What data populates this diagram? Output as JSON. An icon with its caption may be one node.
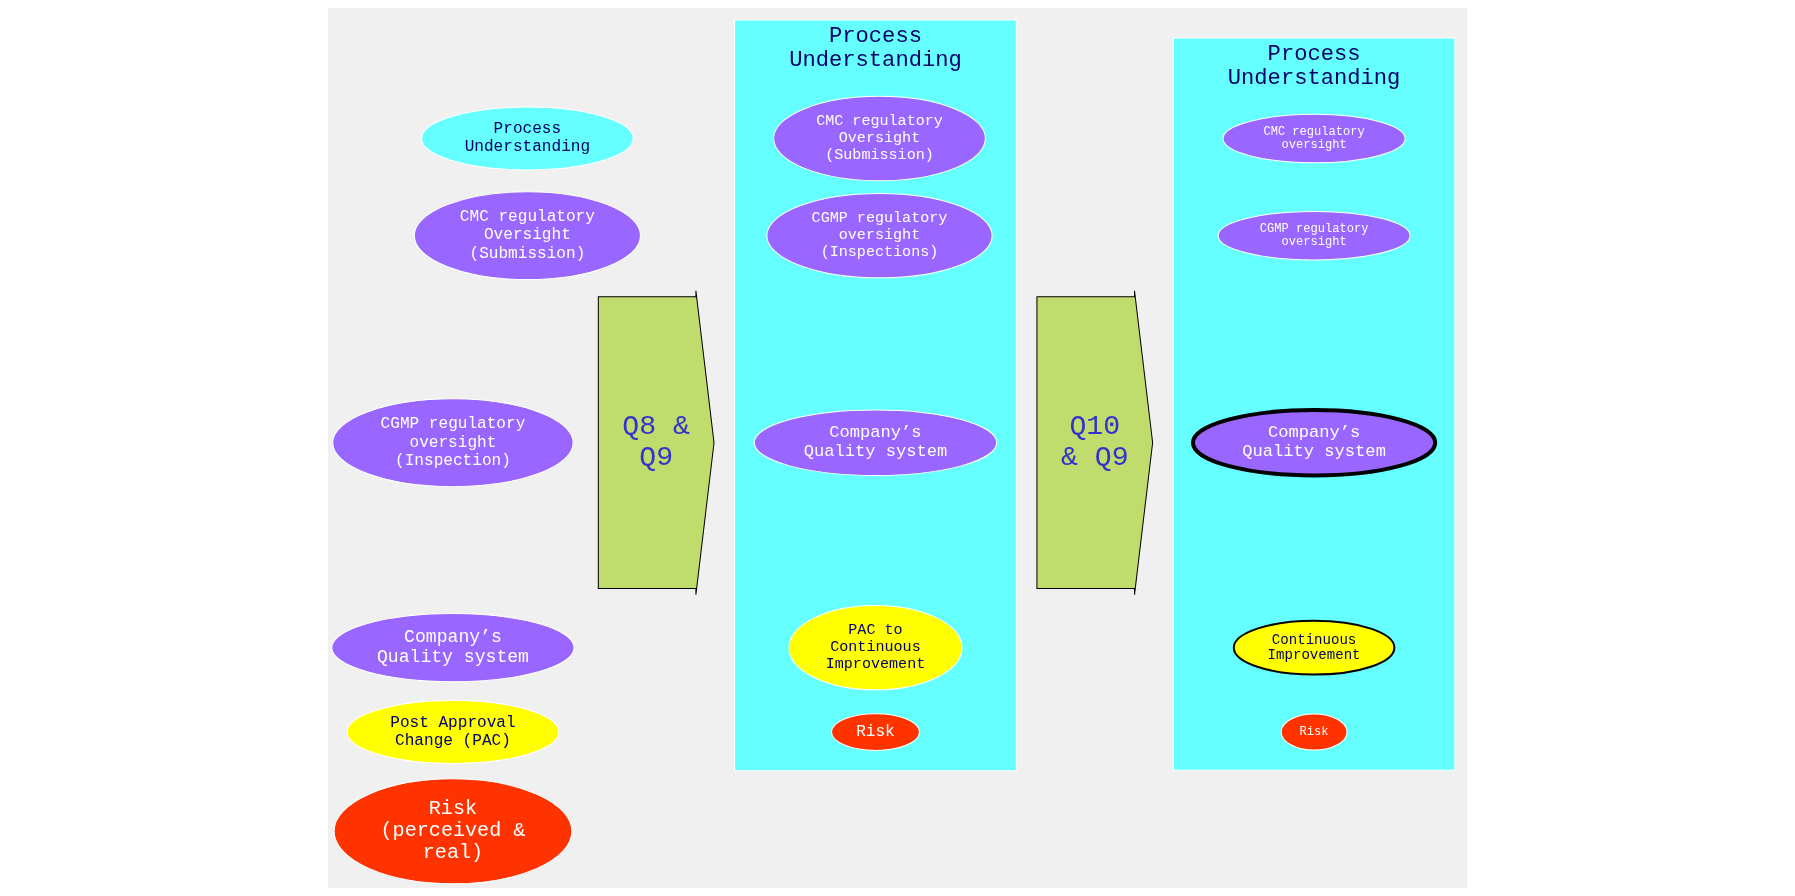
{
  "diagram": {
    "nodes": [
      {
        "text": [
          "Process Understanding"
        ]
      },
      {
        "text": [
          "CMC regulatory Oversight (Submission)"
        ]
      },
      {
        "text": [
          "CGMP regulatory oversight (Inspection)"
        ]
      },
      {
        "text": [
          "Company’s Quality system"
        ]
      },
      {
        "text": [
          "Post Approval Change (PAC)"
        ]
      },
      {
        "text": [
          "Risk",
          "(perceived & real)"
        ]
      },
      {
        "text": [
          "Q8 & Q9"
        ]
      },
      {
        "text": [
          "Process Understanding"
        ]
      },
      {
        "text": [
          "CMC regulatory Oversight (Submission)"
        ],
        "in": 7
      },
      {
        "text": [
          "CGMP regulatory oversight (Inspections)"
        ],
        "in": 7
      },
      {
        "text": [
          "Company’s Quality system"
        ],
        "in": 7
      },
      {
        "text": [
          "PAC to Continuous Improvement"
        ],
        "in": 7
      },
      {
        "text": [
          "Risk"
        ],
        "in": 7
      },
      {
        "text": [
          "Q10 & Q9"
        ]
      },
      {
        "text": [
          "Process Understanding"
        ]
      },
      {
        "text": [
          "CMC regulatory oversight"
        ],
        "in": 14
      },
      {
        "text": [
          "CGMP regulatory oversight"
        ],
        "in": 14
      },
      {
        "text": [
          "Company’s Quality system"
        ],
        "in": 14
      },
      {
        "text": [
          "Continuous Improvement"
        ],
        "in": 14
      },
      {
        "text": [
          "Risk"
        ],
        "in": 14
      }
    ]
  }
}
